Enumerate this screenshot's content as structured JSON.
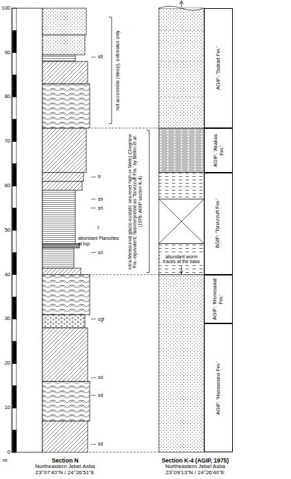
{
  "diagram": {
    "nodes": [
      {
        "text": [
          "AGIP: 'Tadrart Fm.'"
        ]
      },
      {
        "text": [
          "AGIP: 'Akakus Fm.'"
        ]
      },
      {
        "text": [
          "AGIP: 'Tanezzuft Fm.'"
        ]
      },
      {
        "text": [
          "AGIP: 'Memouniat Fm.'"
        ]
      },
      {
        "text": [
          "AGIP: 'Hassaouna Fm.'"
        ]
      }
    ],
    "labels": [
      "100",
      "90",
      "80",
      "70",
      "60",
      "50",
      "40",
      "30",
      "20",
      "10",
      "0",
      "m",
      "slt",
      "tr",
      "sh",
      "sh",
      "?",
      "sh",
      "cgl",
      "sd",
      "sd",
      "sd",
      "abundant Planolites at top",
      "not accessible (steep), estimates only",
      "intra-Memouniat glacio-eustatic sea-level high or Melez Chograne Fm.-equivalent; misinterpreted as 'Tanezzuft Fm.' by Bellini et al. (1976: AGIP section K-4)",
      "abundant worm traces at the base",
      "Section N",
      "Northeastern Jebel Asba",
      "23°07'40\"N / 24°26'51\"E",
      "Section K-4 (AGIP, 1975)",
      "Northeastern Jebel Asba",
      "23°09'13\"N / 24°26'40\"E"
    ]
  }
}
